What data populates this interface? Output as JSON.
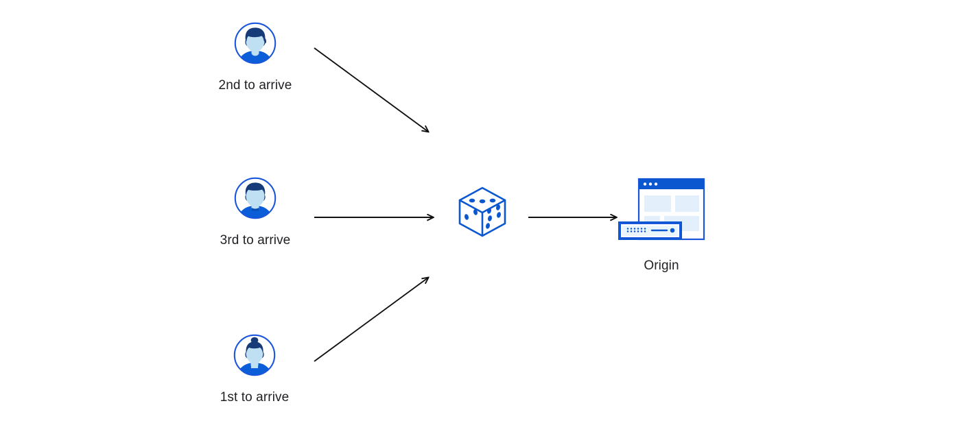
{
  "diagram": {
    "background_color": "#ffffff",
    "accent_blue": "#0b57d0",
    "brand_blue": "#1a56db",
    "dice_blue": "#0b57d0",
    "hair_navy": "#173a79",
    "face_light": "#bfe0f2",
    "body_blue": "#0b5ed7",
    "panel_light": "#e3f0fb",
    "arrow_color": "#111111",
    "nodes": [
      {
        "id": "user-2nd",
        "icon": "user-avatar-icon",
        "label": "2nd to arrive",
        "order": "2nd"
      },
      {
        "id": "user-3rd",
        "icon": "user-avatar-icon",
        "label": "3rd to arrive",
        "order": "3rd"
      },
      {
        "id": "user-1st",
        "icon": "user-avatar-female-icon",
        "label": "1st to arrive",
        "order": "1st"
      },
      {
        "id": "randomizer",
        "icon": "dice-icon",
        "label": ""
      },
      {
        "id": "origin",
        "icon": "origin-server-icon",
        "label": "Origin"
      }
    ],
    "connections": [
      {
        "id": "conn-2nd-to-dice",
        "from": "user-2nd",
        "to": "randomizer",
        "style": "solid-arrow"
      },
      {
        "id": "conn-3rd-to-dice",
        "from": "user-3rd",
        "to": "randomizer",
        "style": "solid-arrow"
      },
      {
        "id": "conn-1st-to-dice",
        "from": "user-1st",
        "to": "randomizer",
        "style": "solid-arrow"
      },
      {
        "id": "conn-dice-to-origin",
        "from": "randomizer",
        "to": "origin",
        "style": "solid-arrow"
      }
    ]
  }
}
